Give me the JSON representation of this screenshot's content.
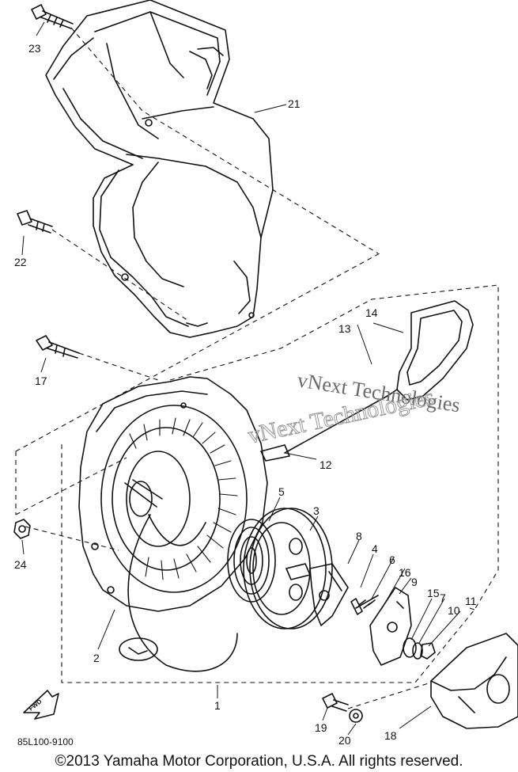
{
  "diagram": {
    "callouts": [
      {
        "id": "c23",
        "text": "23"
      },
      {
        "id": "c21",
        "text": "21"
      },
      {
        "id": "c22",
        "text": "22"
      },
      {
        "id": "c14",
        "text": "14"
      },
      {
        "id": "c13",
        "text": "13"
      },
      {
        "id": "c17",
        "text": "17"
      },
      {
        "id": "c12",
        "text": "12"
      },
      {
        "id": "c5",
        "text": "5"
      },
      {
        "id": "c3",
        "text": "3"
      },
      {
        "id": "c8",
        "text": "8"
      },
      {
        "id": "c4",
        "text": "4"
      },
      {
        "id": "c6",
        "text": "6"
      },
      {
        "id": "c16",
        "text": "16"
      },
      {
        "id": "c9",
        "text": "9"
      },
      {
        "id": "c15",
        "text": "15"
      },
      {
        "id": "c7",
        "text": "7"
      },
      {
        "id": "c10",
        "text": "10"
      },
      {
        "id": "c11",
        "text": "11"
      },
      {
        "id": "c24",
        "text": "24"
      },
      {
        "id": "c2",
        "text": "2"
      },
      {
        "id": "c1",
        "text": "1"
      },
      {
        "id": "c19",
        "text": "19"
      },
      {
        "id": "c20",
        "text": "20"
      },
      {
        "id": "c18",
        "text": "18"
      }
    ],
    "fwd_label": "FWD",
    "watermark_line1": "vNext Technologies",
    "watermark_line2": "vNext Technologies",
    "part_number": "85L100-9100"
  },
  "footer": {
    "copyright": "©2013 Yamaha Motor Corporation, U.S.A. All rights reserved."
  }
}
